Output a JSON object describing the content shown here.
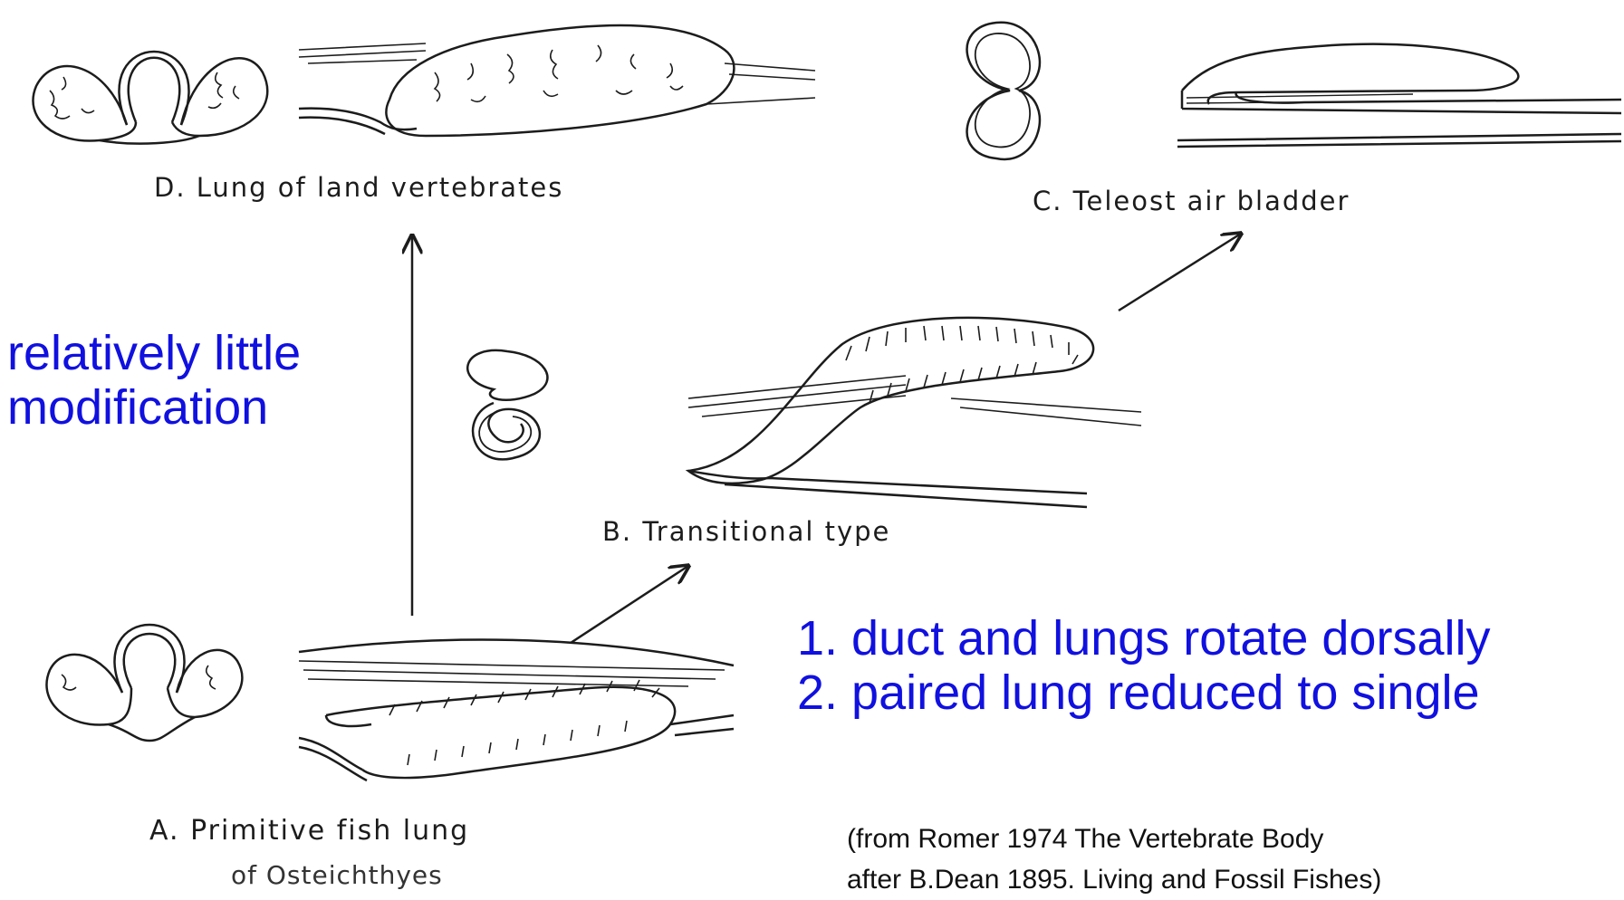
{
  "labels": {
    "d": "D.  Lung of land vertebrates",
    "c": "C.  Teleost air bladder",
    "b": "B.  Transitional type",
    "a": "A.  Primitive fish lung",
    "a_sub": "of Osteichthyes"
  },
  "annotations": {
    "left_line1": "relatively little",
    "left_line2": "modification",
    "step1": "1. duct and lungs rotate dorsally",
    "step2": "2. paired lung reduced to single"
  },
  "credit": {
    "line1": "(from Romer 1974 The Vertebrate Body",
    "line2": "after B.Dean 1895. Living and Fossil Fishes)"
  },
  "colors": {
    "annotation": "#1010e0",
    "ink": "#1c1c1c"
  }
}
